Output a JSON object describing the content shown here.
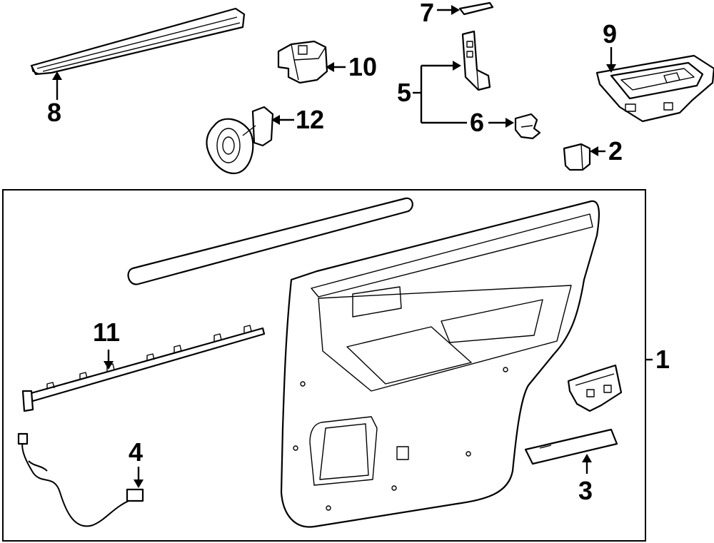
{
  "diagram": {
    "callouts": [
      {
        "id": "c1",
        "label": "1"
      },
      {
        "id": "c2",
        "label": "2"
      },
      {
        "id": "c3",
        "label": "3"
      },
      {
        "id": "c4",
        "label": "4"
      },
      {
        "id": "c5",
        "label": "5"
      },
      {
        "id": "c6",
        "label": "6"
      },
      {
        "id": "c7",
        "label": "7"
      },
      {
        "id": "c8",
        "label": "8"
      },
      {
        "id": "c9",
        "label": "9"
      },
      {
        "id": "c10",
        "label": "10"
      },
      {
        "id": "c11",
        "label": "11"
      },
      {
        "id": "c12",
        "label": "12"
      }
    ],
    "line_color": "#000000",
    "background": "#ffffff"
  }
}
